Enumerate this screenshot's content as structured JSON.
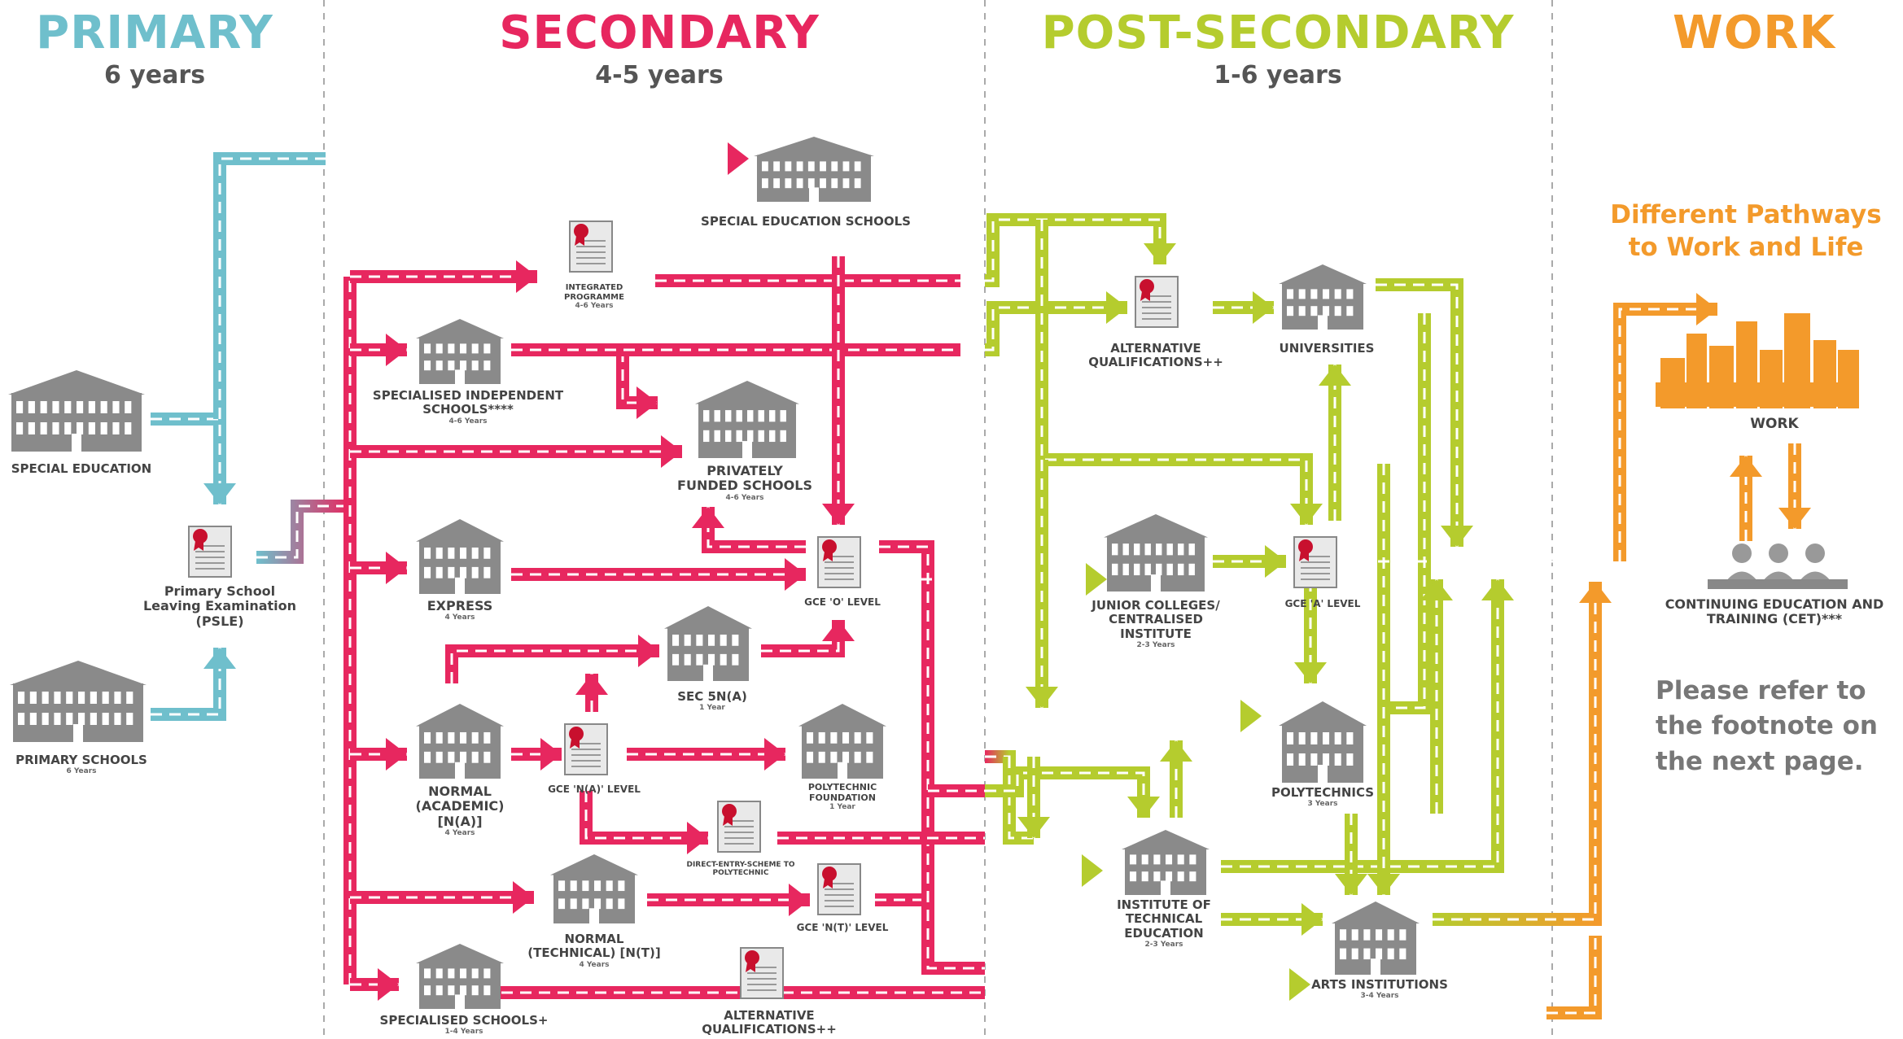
{
  "columns": {
    "primary": {
      "title": "PRIMARY",
      "duration": "6 years",
      "color": "#6fbfcc"
    },
    "secondary": {
      "title": "SECONDARY",
      "duration": "4-5 years",
      "color": "#e7275f"
    },
    "post_secondary": {
      "title": "POST-SECONDARY",
      "duration": "1-6 years",
      "color": "#b5cc2e"
    },
    "work": {
      "title": "WORK",
      "color": "#f39a2b"
    }
  },
  "nodes": {
    "special_education": {
      "label": "SPECIAL EDUCATION"
    },
    "primary_schools": {
      "label": "PRIMARY SCHOOLS",
      "sub": "6 Years"
    },
    "psle": {
      "label": "Primary School Leaving Examination (PSLE)"
    },
    "special_education_schools": {
      "label": "SPECIAL EDUCATION SCHOOLS"
    },
    "integrated_programme": {
      "label": "INTEGRATED PROGRAMME",
      "sub": "4-6 Years"
    },
    "specialised_independent_schools": {
      "label": "SPECIALISED INDEPENDENT SCHOOLS****",
      "sub": "4-6 Years"
    },
    "privately_funded_schools": {
      "label": "PRIVATELY FUNDED SCHOOLS",
      "sub": "4-6 Years"
    },
    "express": {
      "label": "EXPRESS",
      "sub": "4 Years"
    },
    "gce_o_level": {
      "label": "GCE 'O' LEVEL"
    },
    "sec_5na": {
      "label": "SEC 5N(A)",
      "sub": "1 Year"
    },
    "normal_academic": {
      "label": "NORMAL (ACADEMIC) [N(A)]",
      "sub": "4 Years"
    },
    "gce_na_level": {
      "label": "GCE 'N(A)' LEVEL"
    },
    "polytechnic_foundation": {
      "label": "POLYTECHNIC FOUNDATION",
      "sub": "1 Year"
    },
    "direct_entry_scheme": {
      "label": "DIRECT-ENTRY-SCHEME TO POLYTECHNIC"
    },
    "normal_technical": {
      "label": "NORMAL (TECHNICAL) [N(T)]",
      "sub": "4 Years"
    },
    "gce_nt_level": {
      "label": "GCE 'N(T)' LEVEL"
    },
    "specialised_schools": {
      "label": "SPECIALISED SCHOOLS+",
      "sub": "1-4 Years"
    },
    "alt_qual_secondary": {
      "label": "ALTERNATIVE QUALIFICATIONS++"
    },
    "alt_qual_post": {
      "label": "ALTERNATIVE QUALIFICATIONS++"
    },
    "universities": {
      "label": "UNIVERSITIES"
    },
    "junior_colleges": {
      "label": "JUNIOR COLLEGES/ CENTRALISED INSTITUTE",
      "sub": "2-3 Years"
    },
    "gce_a_level": {
      "label": "GCE 'A' LEVEL"
    },
    "polytechnics": {
      "label": "POLYTECHNICS",
      "sub": "3 Years"
    },
    "ite": {
      "label": "INSTITUTE OF TECHNICAL EDUCATION",
      "sub": "2-3 Years"
    },
    "arts_institutions": {
      "label": "ARTS INSTITUTIONS",
      "sub": "3-4 Years"
    },
    "work": {
      "label": "WORK"
    },
    "cet": {
      "label": "CONTINUING EDUCATION AND TRAINING (CET)***"
    }
  },
  "tagline": "Different Pathways to Work and Life",
  "footnote": "Please refer to the footnote on the next page.",
  "icons": [
    "school-building-icon",
    "certificate-icon",
    "university-icon",
    "city-skyline-icon",
    "people-icon"
  ]
}
